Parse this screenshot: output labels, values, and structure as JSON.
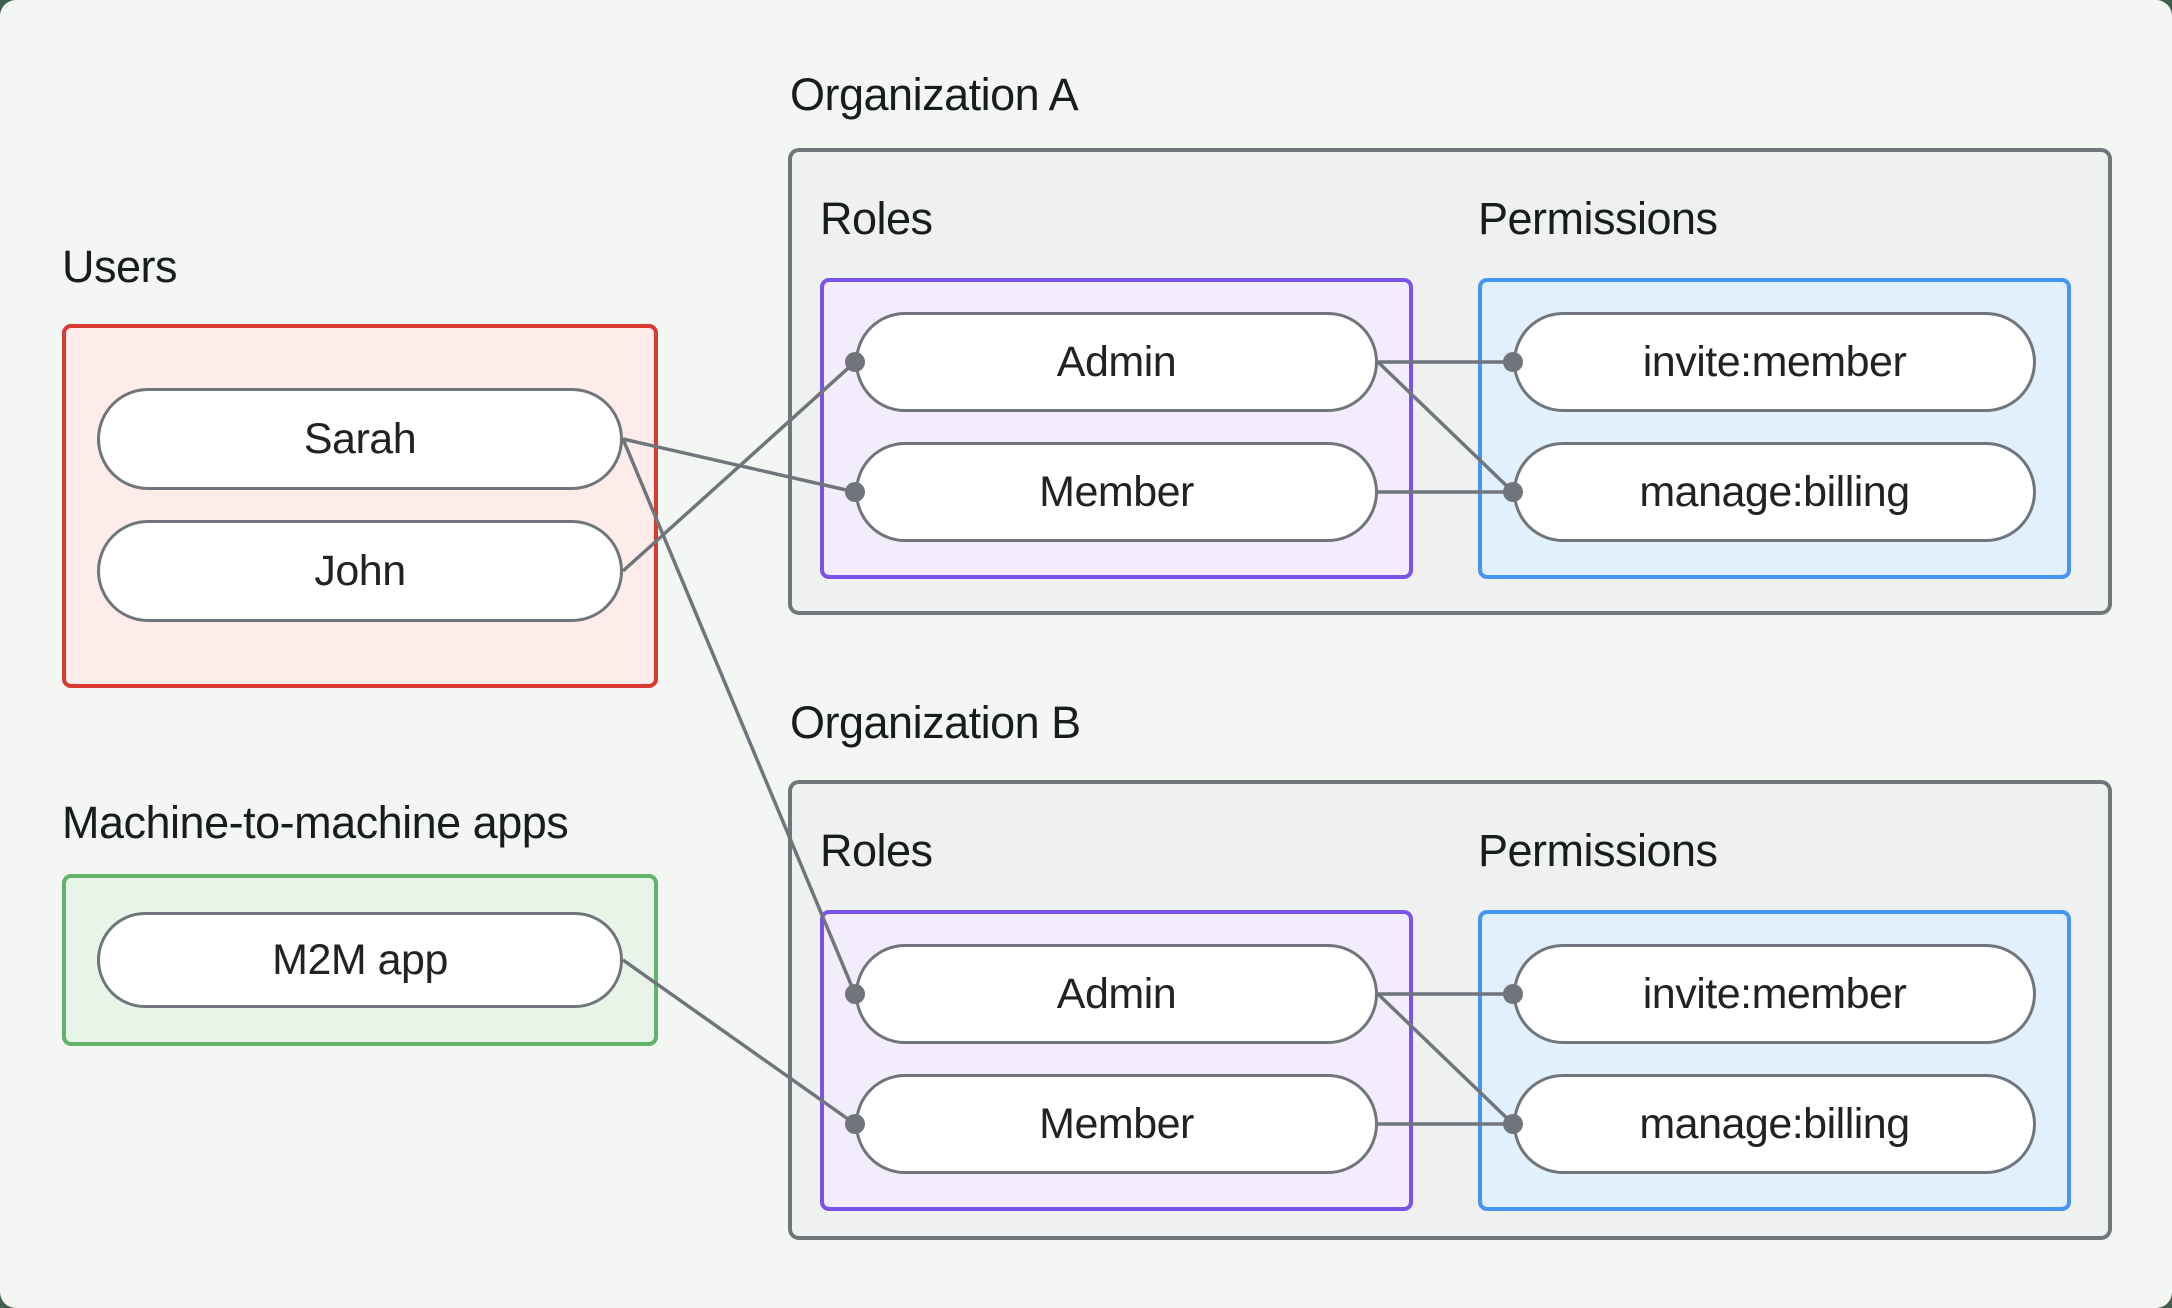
{
  "page": {
    "background": "#f4f6f4",
    "outside_corner_color": "#40604f"
  },
  "colors": {
    "users_border": "#d93a31",
    "users_fill": "#fdecea",
    "m2m_border": "#5fb46a",
    "m2m_fill": "#e9f4e9",
    "org_border": "#71767a",
    "org_fill": "#eff1f0",
    "roles_border": "#7b52ea",
    "roles_fill": "#f3ecfc",
    "permissions_border": "#4695f2",
    "permissions_fill": "#e2effc",
    "node_border": "#6f757a",
    "node_fill": "#ffffff",
    "connector": "#6f757a",
    "text": "#1c1f22"
  },
  "users_section": {
    "label": "Users",
    "items": [
      "Sarah",
      "John"
    ]
  },
  "m2m_section": {
    "label": "Machine-to-machine apps",
    "items": [
      "M2M app"
    ]
  },
  "organizations": [
    {
      "label": "Organization A",
      "roles_label": "Roles",
      "permissions_label": "Permissions",
      "roles": [
        "Admin",
        "Member"
      ],
      "permissions": [
        "invite:member",
        "manage:billing"
      ]
    },
    {
      "label": "Organization B",
      "roles_label": "Roles",
      "permissions_label": "Permissions",
      "roles": [
        "Admin",
        "Member"
      ],
      "permissions": [
        "invite:member",
        "manage:billing"
      ]
    }
  ],
  "connections": [
    {
      "from": "Sarah",
      "to": "Organization A / Member"
    },
    {
      "from": "John",
      "to": "Organization A / Admin"
    },
    {
      "from": "Sarah",
      "to": "Organization B / Admin"
    },
    {
      "from": "M2M app",
      "to": "Organization B / Member"
    },
    {
      "from": "Organization A / Admin",
      "to": "Organization A / invite:member"
    },
    {
      "from": "Organization A / Admin",
      "to": "Organization A / manage:billing"
    },
    {
      "from": "Organization A / Member",
      "to": "Organization A / manage:billing"
    },
    {
      "from": "Organization B / Admin",
      "to": "Organization B / invite:member"
    },
    {
      "from": "Organization B / Admin",
      "to": "Organization B / manage:billing"
    },
    {
      "from": "Organization B / Member",
      "to": "Organization B / manage:billing"
    }
  ]
}
